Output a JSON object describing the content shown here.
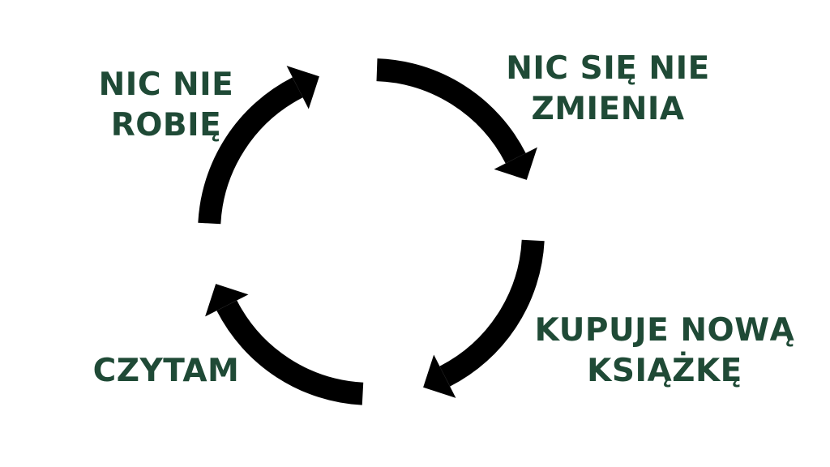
{
  "diagram": {
    "type": "cycle",
    "arrow_color": "#000000",
    "text_color": "#1f4a36",
    "stages": [
      {
        "lines": [
          "NIC SIĘ NIE",
          "ZMIENIA"
        ]
      },
      {
        "lines": [
          "KUPUJE NOWĄ",
          "KSIĄŻKĘ"
        ]
      },
      {
        "lines": [
          "CZYTAM"
        ]
      },
      {
        "lines": [
          "NIC NIE",
          "ROBIĘ"
        ]
      }
    ]
  }
}
